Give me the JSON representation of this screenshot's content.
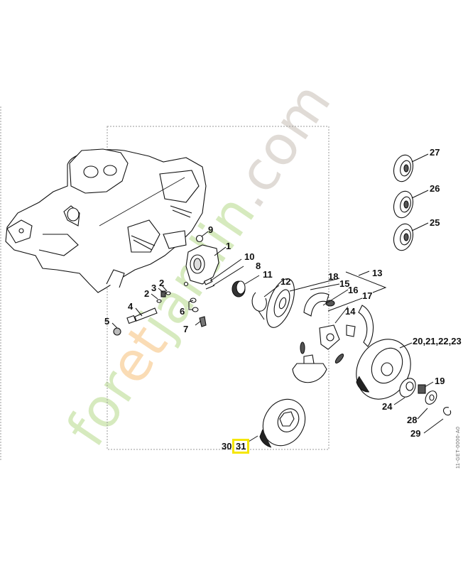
{
  "diagram": {
    "type": "exploded-parts-diagram",
    "subject": "Chainsaw crankcase / clutch assembly",
    "highlight_color": "#f5e600",
    "highlighted_part": "31",
    "watermark": {
      "part1": "for",
      "part2": "et",
      "part3": "jardin",
      "part4": ".com",
      "colors": {
        "green": "#b6d98a",
        "orange": "#f6c07a",
        "grey": "#c7bfb6"
      }
    },
    "reference_code": "11-GET-0000-A0",
    "callouts": [
      {
        "id": "c9",
        "label": "9"
      },
      {
        "id": "c1",
        "label": "1"
      },
      {
        "id": "c10",
        "label": "10"
      },
      {
        "id": "c8",
        "label": "8"
      },
      {
        "id": "c11",
        "label": "11"
      },
      {
        "id": "c12",
        "label": "12"
      },
      {
        "id": "c2a",
        "label": "2"
      },
      {
        "id": "c3",
        "label": "3"
      },
      {
        "id": "c2b",
        "label": "2"
      },
      {
        "id": "c4",
        "label": "4"
      },
      {
        "id": "c5",
        "label": "5"
      },
      {
        "id": "c6",
        "label": "6"
      },
      {
        "id": "c7",
        "label": "7"
      },
      {
        "id": "c18",
        "label": "18"
      },
      {
        "id": "c13",
        "label": "13"
      },
      {
        "id": "c15",
        "label": "15"
      },
      {
        "id": "c16",
        "label": "16"
      },
      {
        "id": "c17",
        "label": "17"
      },
      {
        "id": "c14",
        "label": "14"
      },
      {
        "id": "c27",
        "label": "27"
      },
      {
        "id": "c26",
        "label": "26"
      },
      {
        "id": "c25",
        "label": "25"
      },
      {
        "id": "c20",
        "label": "20,21,22,23"
      },
      {
        "id": "c19",
        "label": "19"
      },
      {
        "id": "c24",
        "label": "24"
      },
      {
        "id": "c28",
        "label": "28"
      },
      {
        "id": "c29",
        "label": "29"
      },
      {
        "id": "c30",
        "label": "30"
      },
      {
        "id": "c31",
        "label": "31"
      }
    ]
  }
}
